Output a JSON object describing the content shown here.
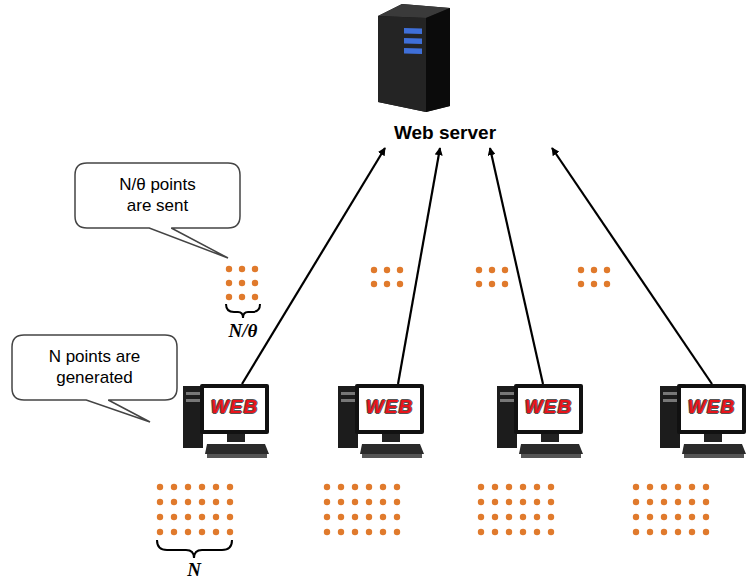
{
  "diagram": {
    "nodes": [
      {
        "text": [
          "Web server"
        ]
      },
      {
        "text": [
          "WEB"
        ]
      },
      {
        "text": [
          "WEB"
        ]
      },
      {
        "text": [
          "WEB"
        ]
      },
      {
        "text": [
          "WEB"
        ]
      },
      {
        "text": [
          "N/θ points are sent"
        ]
      },
      {
        "text": [
          "N points are generated"
        ]
      }
    ],
    "edges": [
      {
        "from": 1,
        "to": 0,
        "arrow": "to"
      },
      {
        "from": 2,
        "to": 0,
        "arrow": "to"
      },
      {
        "from": 3,
        "to": 0,
        "arrow": "to"
      },
      {
        "from": 4,
        "to": 0,
        "arrow": "to"
      }
    ],
    "labels": [
      "N/θ",
      "N"
    ]
  }
}
